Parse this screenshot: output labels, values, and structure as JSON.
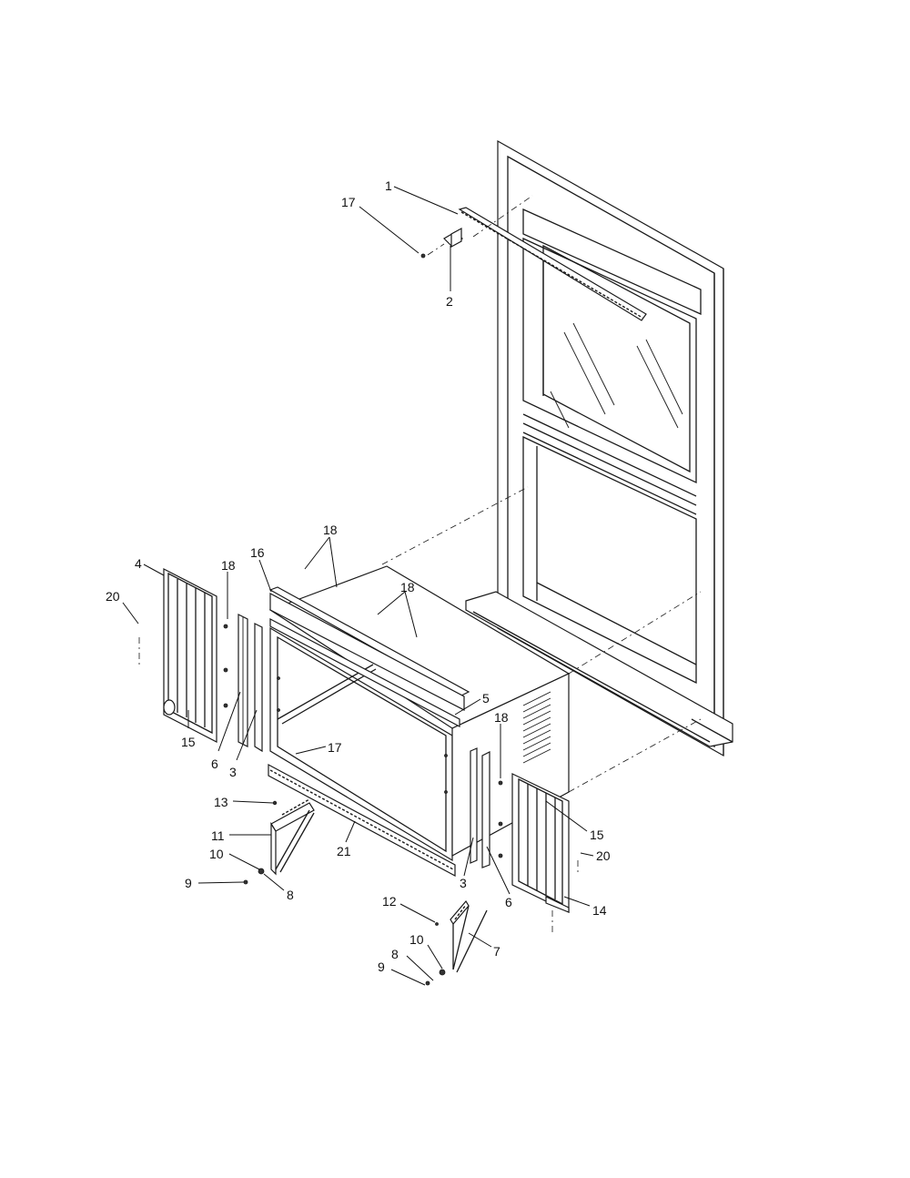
{
  "callouts": {
    "c1": "1",
    "c17a": "17",
    "c2": "2",
    "c18a": "18",
    "c16": "16",
    "c4": "4",
    "c18b": "18",
    "c18c": "18",
    "c20a": "20",
    "c15a": "15",
    "c6a": "6",
    "c3a": "3",
    "c5": "5",
    "c17b": "17",
    "c13": "13",
    "c11": "11",
    "c10a": "10",
    "c9a": "9",
    "c8a": "8",
    "c21": "21",
    "c18d": "18",
    "c15b": "15",
    "c20b": "20",
    "c3b": "3",
    "c6b": "6",
    "c14": "14",
    "c12": "12",
    "c7": "7",
    "c10b": "10",
    "c8b": "8",
    "c9b": "9"
  }
}
